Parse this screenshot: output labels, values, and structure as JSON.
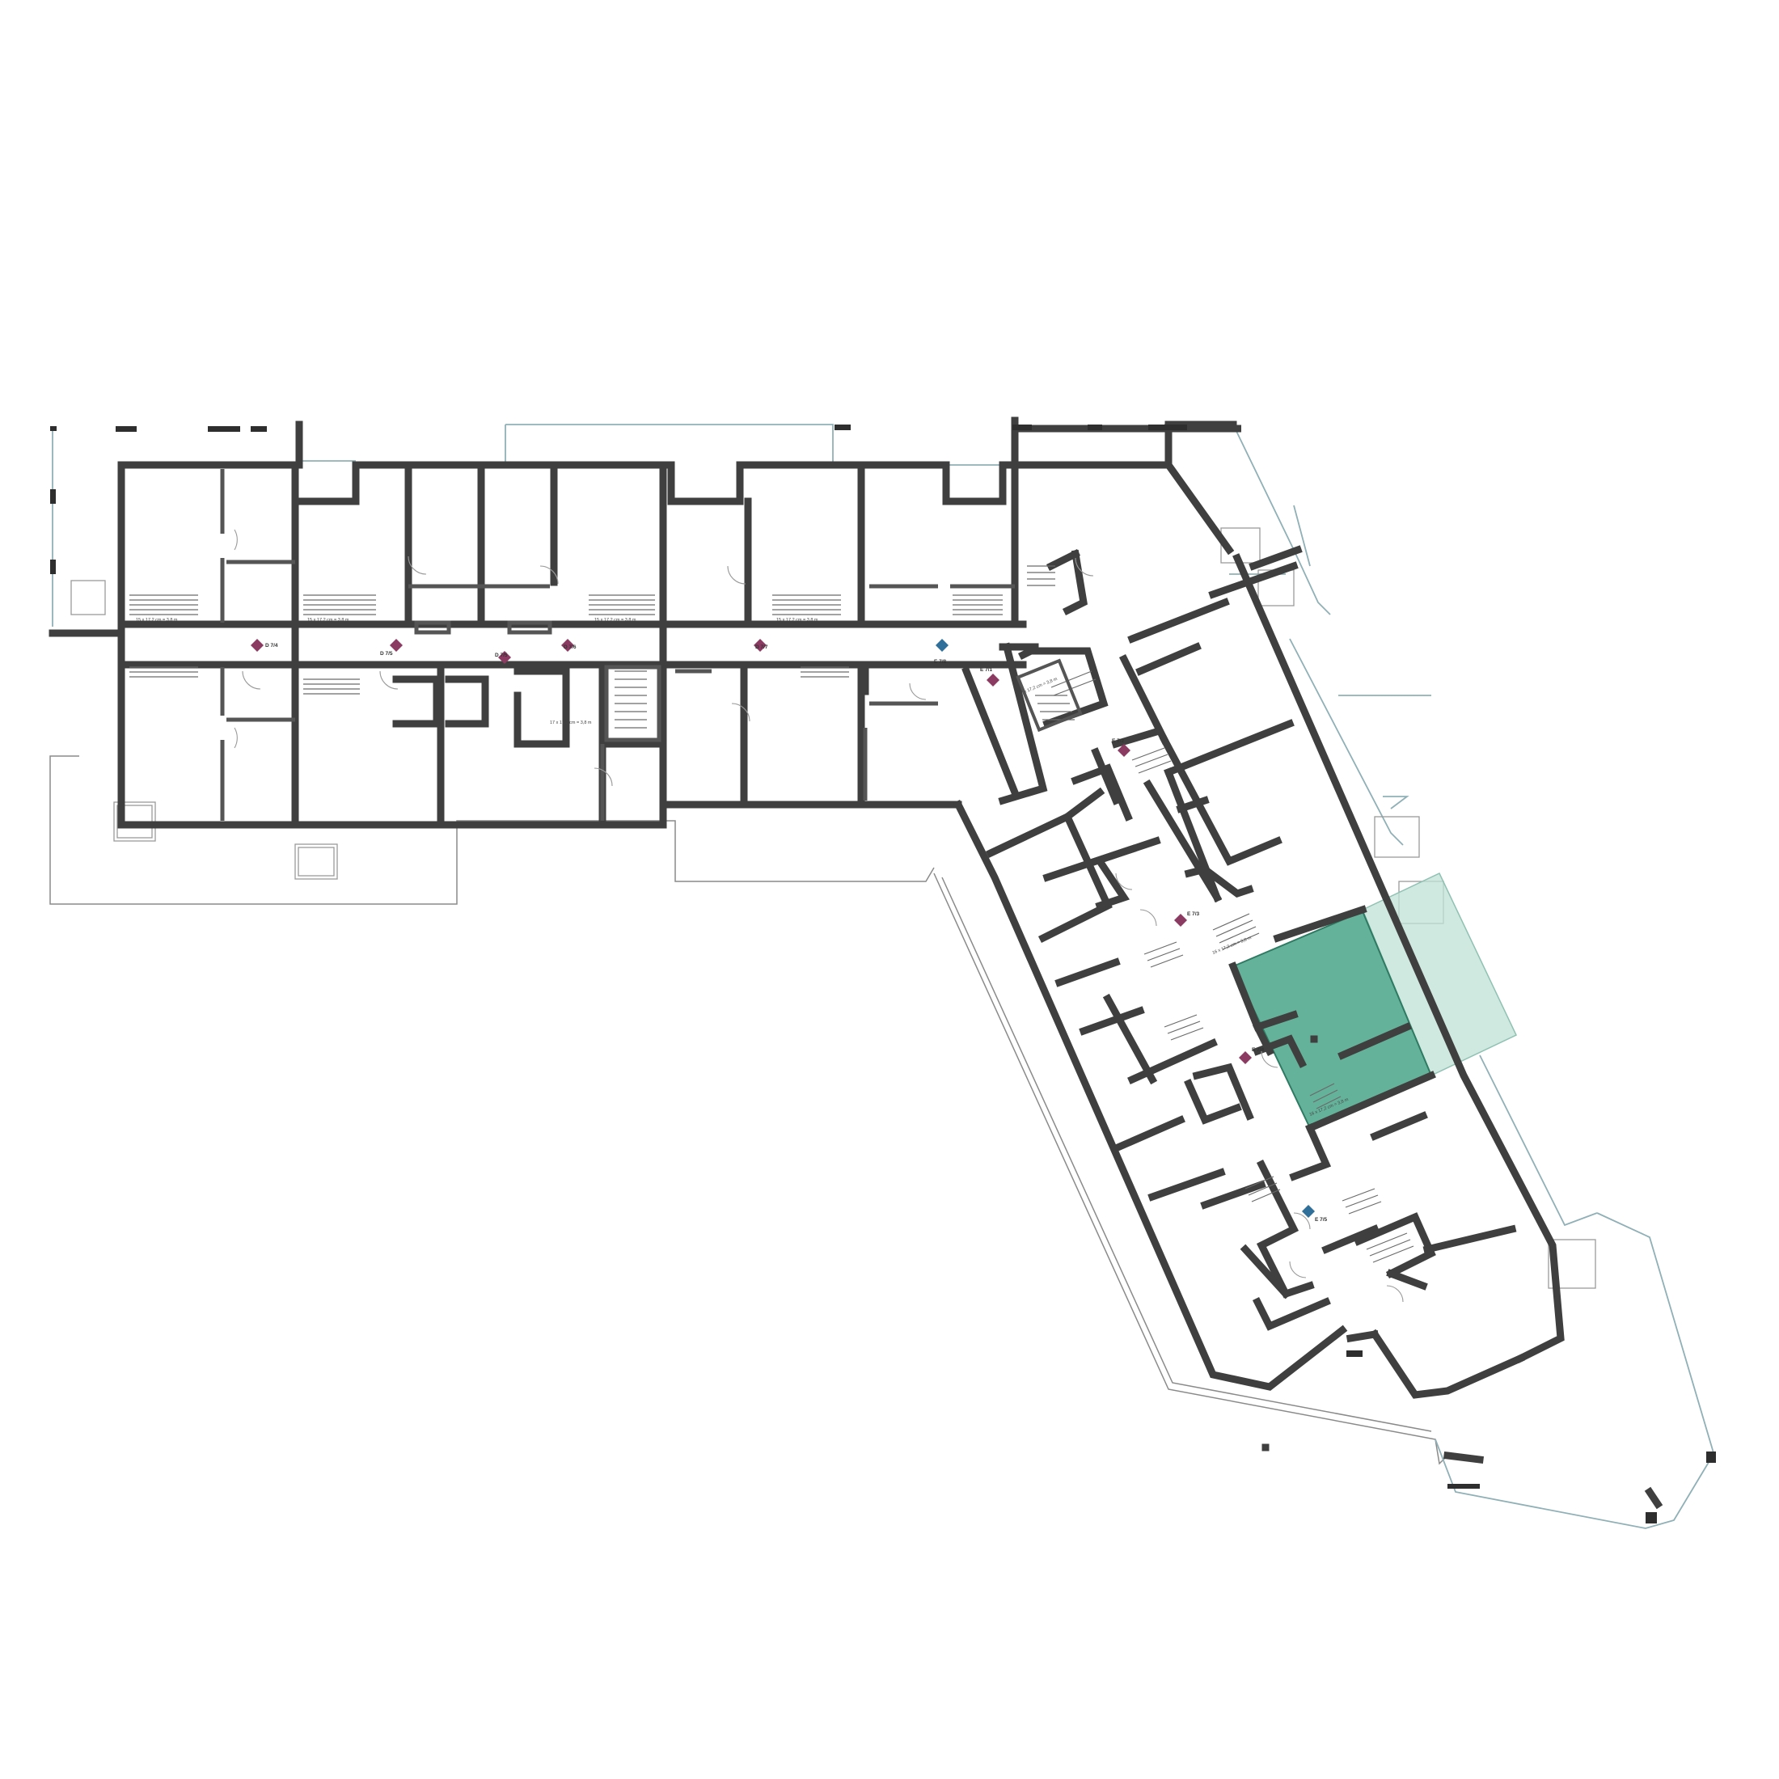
{
  "plan": {
    "highlight_color": "#4aa58a",
    "highlight_balcony_color": "#bfe0d6",
    "wall_color": "#444444",
    "terrace_color": "#8fb0b6"
  },
  "apartment_codes": [
    "D 7/4",
    "D 7/5",
    "D 7/5",
    "D 7/6",
    "D 7/6",
    "D 7/7",
    "E 7/8",
    "E 7/1",
    "E 7/2",
    "E 7/3",
    "E 7/4",
    "E 7/5"
  ],
  "room_labels": [
    "15 x 17,2 cm = 3,8 m",
    "15 x 17,2 cm = 3,8 m",
    "15 x 17,2 cm = 3,8 m",
    "15 x 17,2 cm = 3,8 m",
    "17 x 17,2 cm = 3,8 m",
    "17 x 17,2 cm = 3,8 m",
    "16 x 17,2 cm = 3,8 m",
    "16 x 17,2 cm = 3,8 m"
  ]
}
